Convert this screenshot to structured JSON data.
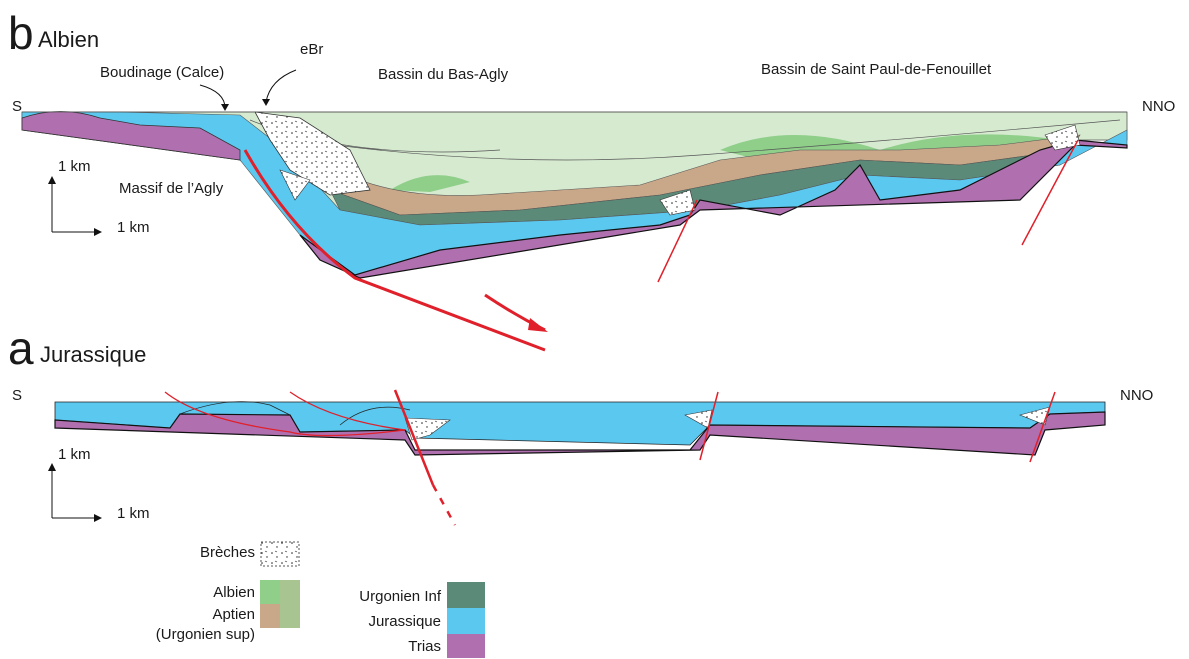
{
  "panel_b": {
    "letter": "b",
    "title": "Albien",
    "left_label": "S",
    "right_label": "NNO",
    "annotations": {
      "boudinage": "Boudinage (Calce)",
      "ebr": "eBr",
      "bas_agly": "Bassin du Bas-Agly",
      "saint_paul": "Bassin de Saint Paul-de-Fenouillet",
      "massif": "Massif de l’Agly"
    },
    "scale": {
      "vertical": "1 km",
      "horizontal": "1 km"
    }
  },
  "panel_a": {
    "letter": "a",
    "title": "Jurassique",
    "left_label": "S",
    "right_label": "NNO",
    "scale": {
      "vertical": "1 km",
      "horizontal": "1 km"
    }
  },
  "legend": {
    "breches": "Brèches",
    "albien": "Albien",
    "aptien": "Aptien",
    "urgonien_sup": "(Urgonien sup)",
    "urgonien_inf": "Urgonien Inf",
    "jurassique": "Jurassique",
    "trias": "Trias"
  },
  "colors": {
    "albien": "#8fcf8a",
    "albien_light": "#d4e8c8",
    "aptien": "#c8a888",
    "urgonien_inf": "#5b8a78",
    "jurassique": "#5bc8f0",
    "trias": "#b070b0",
    "fault": "#e0202a"
  }
}
